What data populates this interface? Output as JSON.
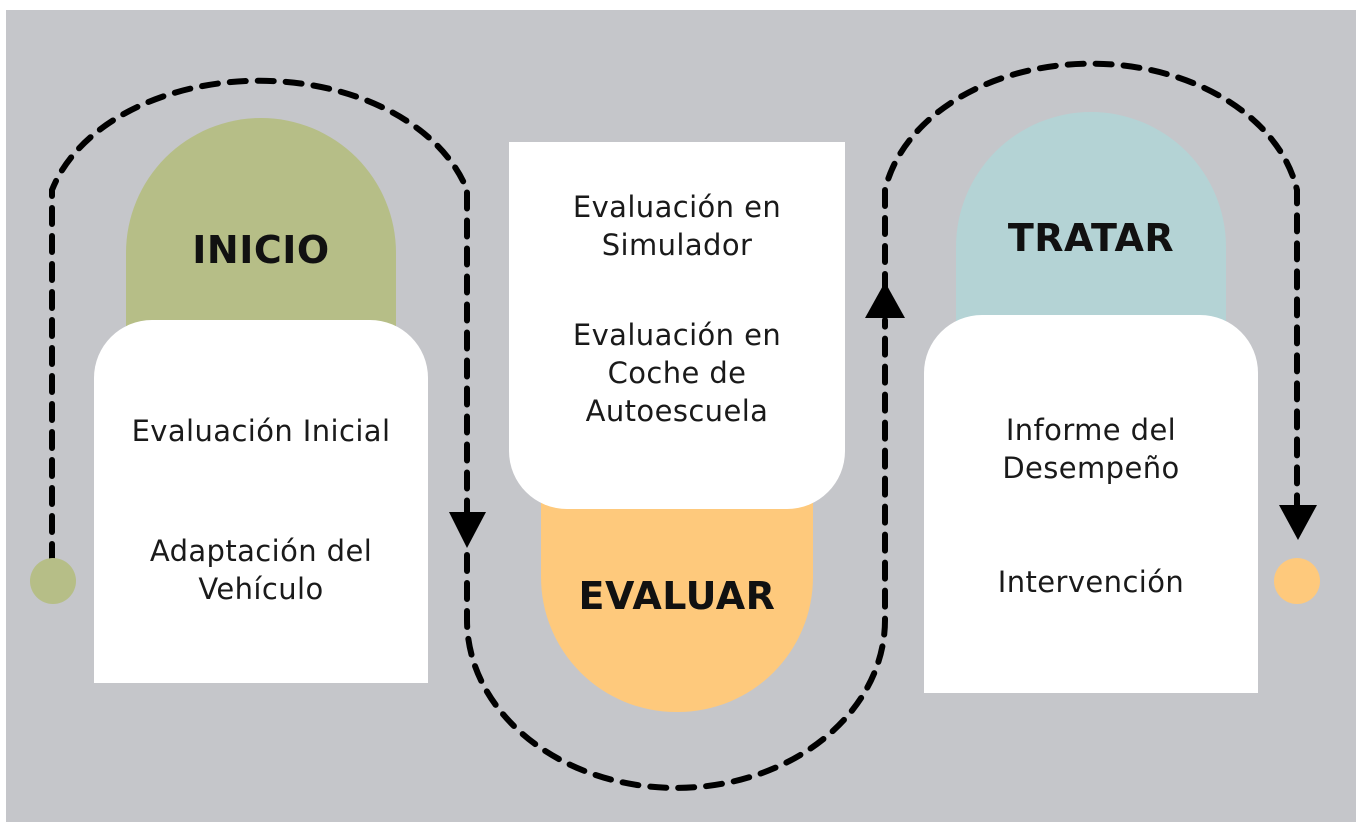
{
  "stages": {
    "inicio": {
      "title": "INICIO",
      "color": "#b6be87",
      "items": [
        "Evaluación Inicial",
        "Adaptación del\nVehículo"
      ]
    },
    "evaluar": {
      "title": "EVALUAR",
      "color": "#fec97c",
      "items": [
        "Evaluación en\nSimulador",
        "Evaluación en\nCoche de\nAutoescuela"
      ]
    },
    "tratar": {
      "title": "TRATAR",
      "color": "#b4d3d5",
      "items": [
        "Informe del\nDesempeño",
        "Intervención"
      ]
    }
  },
  "colors": {
    "background": "#c5c6ca",
    "card": "#ffffff",
    "path": "#000000"
  },
  "icons": {
    "start_marker": "start-dot-icon",
    "end_marker": "end-dot-icon",
    "arrows": [
      "arrow-down-icon",
      "arrow-up-icon",
      "arrow-down-icon"
    ]
  }
}
